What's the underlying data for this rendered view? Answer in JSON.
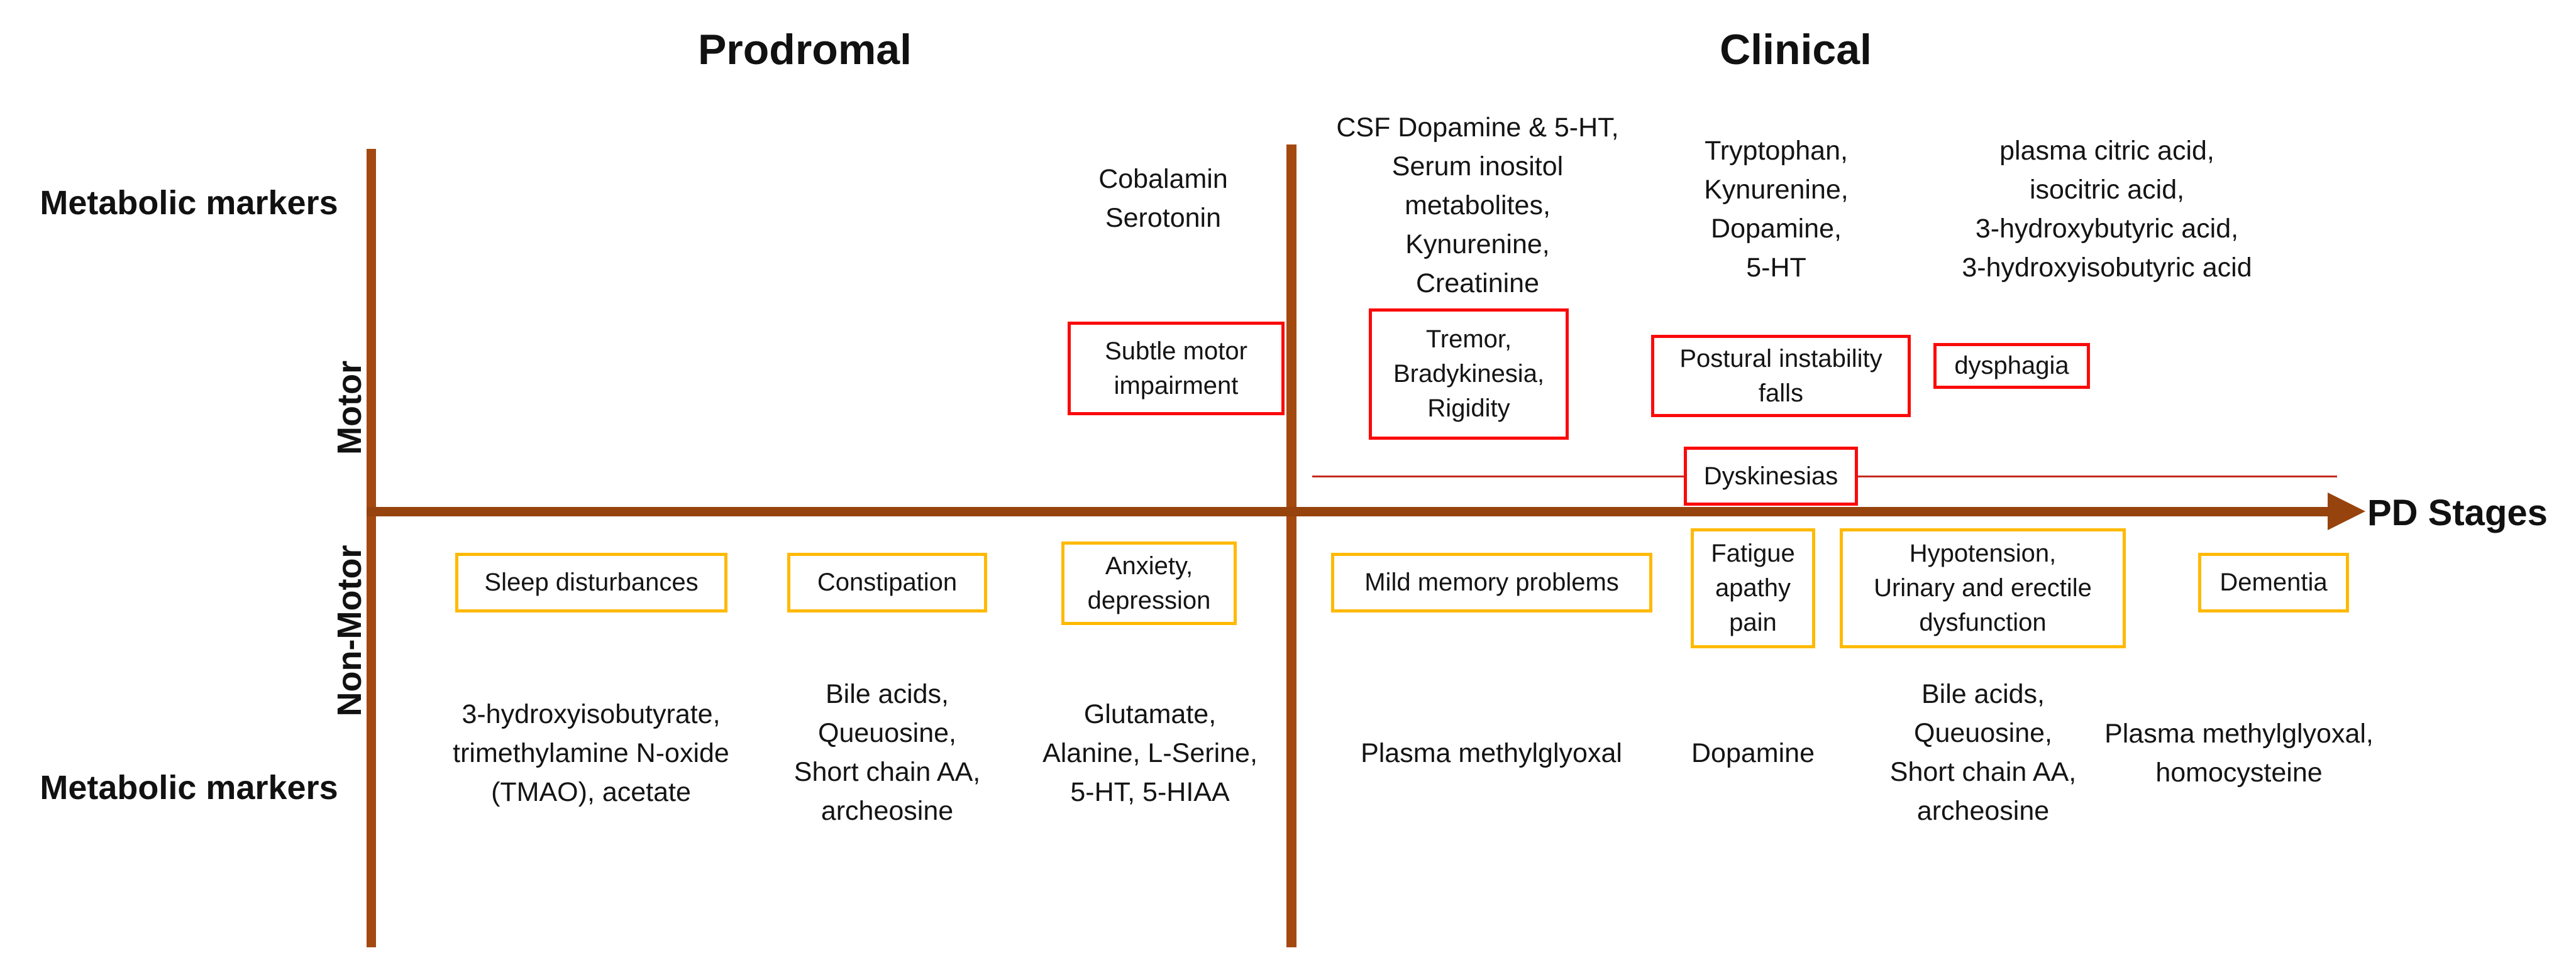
{
  "titles": {
    "prodromal": "Prodromal",
    "clinical": "Clinical"
  },
  "axis": {
    "pd_stages_label": "PD Stages",
    "metabolic_markers_top": "Metabolic markers",
    "motor": "Motor",
    "non_motor": "Non-Motor",
    "metabolic_markers_bottom": "Metabolic markers"
  },
  "markers": {
    "cobalamin": "Cobalamin\nSerotonin",
    "csf": "CSF Dopamine & 5-HT,\nSerum inositol\nmetabolites,\nKynurenine,\nCreatinine",
    "tryptophan": "Tryptophan,\nKynurenine,\nDopamine,\n5-HT",
    "plasma_citric": "plasma citric acid,\nisocitric acid,\n3-hydroxybutyric acid,\n3-hydroxyisobutyric acid",
    "hydroxyisobutyrate": "3-hydroxyisobutyrate,\ntrimethylamine N-oxide\n(TMAO), acetate",
    "bile_left": "Bile acids,\nQueuosine,\nShort chain AA,\narcheosine",
    "glutamate": "Glutamate,\nAlanine, L-Serine,\n5-HT, 5-HIAA",
    "plasma_methylglyoxal": "Plasma methylglyoxal",
    "dopamine": "Dopamine",
    "bile_right": "Bile acids,\nQueuosine,\nShort chain AA,\narcheosine",
    "plasma_methylglyoxal_homocysteine": "Plasma methylglyoxal,\nhomocysteine"
  },
  "motor_boxes": {
    "subtle_motor": "Subtle motor\nimpairment",
    "tremor": "Tremor,\nBradykinesia,\nRigidity",
    "postural": "Postural instability\nfalls",
    "dysphagia": "dysphagia",
    "dyskinesias": "Dyskinesias"
  },
  "non_motor_boxes": {
    "sleep": "Sleep disturbances",
    "constipation": "Constipation",
    "anxiety": "Anxiety,\ndepression",
    "mild_memory": "Mild memory problems",
    "fatigue": "Fatigue\napathy\npain",
    "hypotension": "Hypotension,\nUrinary and erectile\ndysfunction",
    "dementia": "Dementia"
  },
  "colors": {
    "axis_brown": "#A3490F",
    "arrow_brown": "#96430D",
    "motor_box_border": "#FB0A0A",
    "non_motor_box_border": "#FFB900",
    "dyskinesia_line_red": "#C5291F"
  }
}
